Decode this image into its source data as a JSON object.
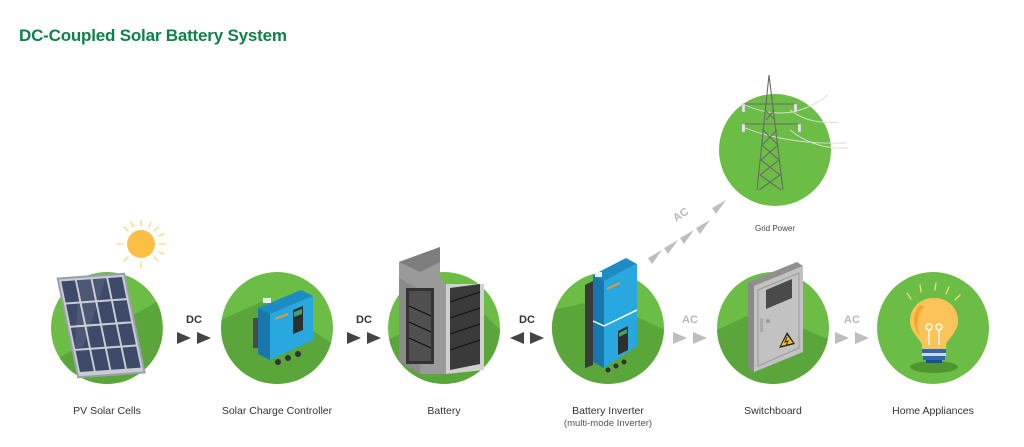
{
  "title": "DC-Coupled Solar Battery System",
  "colors": {
    "title": "#10814a",
    "circle": "#6cbd45",
    "circle_shade": "#5aa63a",
    "dc_arrow": "#444444",
    "ac_arrow": "#bdbdbd",
    "inverter_blue": "#29a8e0",
    "sun": "#fbbf44",
    "bulb": "#fcc35a"
  },
  "components": [
    {
      "id": "pv",
      "label": "PV Solar Cells",
      "icon": "solar-panel-icon"
    },
    {
      "id": "controller",
      "label": "Solar Charge Controller",
      "icon": "charge-controller-icon"
    },
    {
      "id": "battery",
      "label": "Battery",
      "icon": "battery-icon"
    },
    {
      "id": "inverter",
      "label": "Battery Inverter",
      "sublabel": "(multi-mode Inverter)",
      "icon": "inverter-icon"
    },
    {
      "id": "switchboard",
      "label": "Switchboard",
      "icon": "switchboard-icon"
    },
    {
      "id": "appliances",
      "label": "Home Appliances",
      "icon": "light-bulb-icon"
    },
    {
      "id": "grid",
      "label": "Grid Power",
      "icon": "power-tower-icon"
    }
  ],
  "flows": [
    {
      "from": "pv",
      "to": "controller",
      "type": "DC",
      "direction": "forward"
    },
    {
      "from": "controller",
      "to": "battery",
      "type": "DC",
      "direction": "forward"
    },
    {
      "from": "battery",
      "to": "inverter",
      "type": "DC",
      "direction": "bidirectional"
    },
    {
      "from": "inverter",
      "to": "switchboard",
      "type": "AC",
      "direction": "forward"
    },
    {
      "from": "switchboard",
      "to": "appliances",
      "type": "AC",
      "direction": "forward"
    },
    {
      "from": "inverter",
      "to": "grid",
      "type": "AC",
      "direction": "forward"
    }
  ]
}
